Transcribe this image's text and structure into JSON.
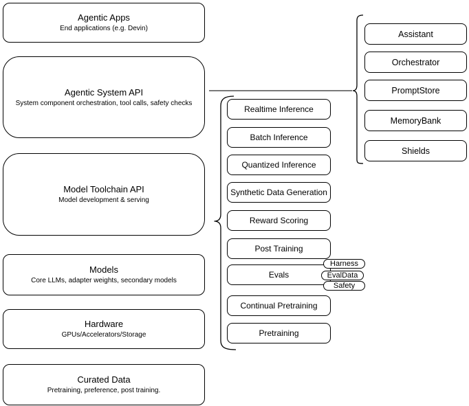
{
  "diagram": {
    "stack": [
      {
        "title": "Agentic Apps",
        "subtitle": "End applications (e.g. Devin)"
      },
      {
        "title": "Agentic System API",
        "subtitle": "System component orchestration, tool calls, safety checks"
      },
      {
        "title": "Model Toolchain API",
        "subtitle": "Model development & serving"
      },
      {
        "title": "Models",
        "subtitle": "Core LLMs, adapter weights, secondary models"
      },
      {
        "title": "Hardware",
        "subtitle": "GPUs/Accelerators/Storage"
      },
      {
        "title": "Curated Data",
        "subtitle": "Pretraining, preference, post training."
      }
    ],
    "system_components": {
      "items": [
        "Assistant",
        "Orchestrator",
        "PromptStore",
        "MemoryBank",
        "Shields"
      ]
    },
    "toolchain_capabilities": {
      "items": [
        "Realtime Inference",
        "Batch Inference",
        "Quantized Inference",
        "Synthetic Data Generation",
        "Reward Scoring",
        "Post Training",
        "Evals",
        "Continual Pretraining",
        "Pretraining"
      ],
      "evals_tags": [
        "Harness",
        "EvalData",
        "Safety"
      ]
    },
    "colors": {
      "stroke": "#000000",
      "connector": "#4d4d4d",
      "fill": "#ffffff",
      "text": "#000000"
    }
  }
}
